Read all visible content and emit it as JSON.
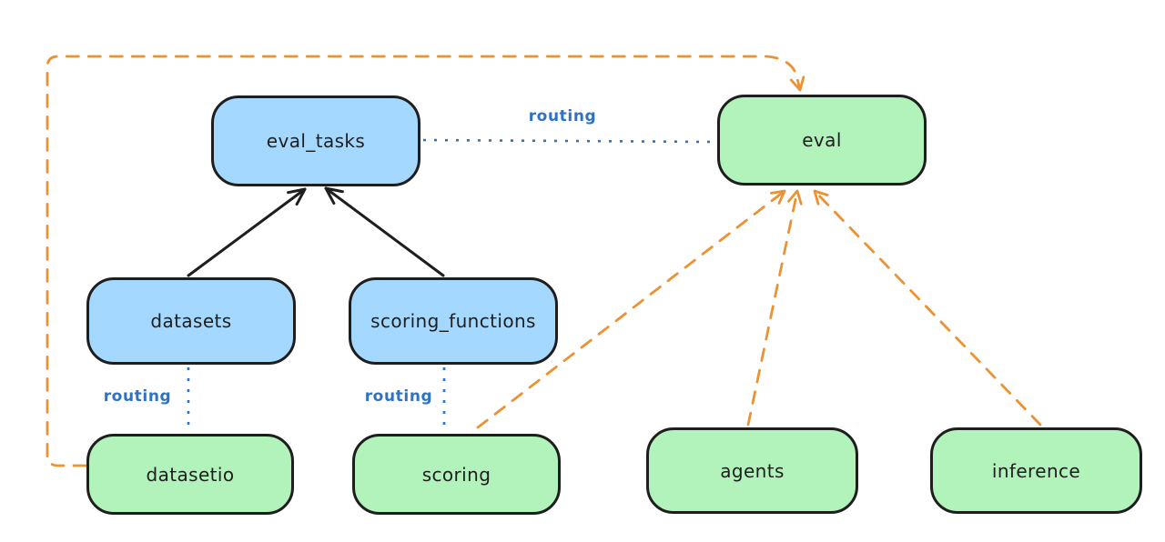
{
  "colors": {
    "background": "#ffffff",
    "node_stroke": "#1e1e1e",
    "node_fill_blue": "#a5d8ff",
    "node_fill_green": "#b2f2bb",
    "arrow_black": "#1e1e1e",
    "arrow_orange": "#eb9234",
    "routing_blue": "#2f72c4"
  },
  "diagram": {
    "nodes": [
      {
        "id": "eval_tasks",
        "label": "eval_tasks",
        "fill": "blue"
      },
      {
        "id": "eval",
        "label": "eval",
        "fill": "green"
      },
      {
        "id": "datasets",
        "label": "datasets",
        "fill": "blue"
      },
      {
        "id": "scoring_functions",
        "label": "scoring_functions",
        "fill": "blue"
      },
      {
        "id": "datasetio",
        "label": "datasetio",
        "fill": "green"
      },
      {
        "id": "scoring",
        "label": "scoring",
        "fill": "green"
      },
      {
        "id": "agents",
        "label": "agents",
        "fill": "green"
      },
      {
        "id": "inference",
        "label": "inference",
        "fill": "green"
      }
    ],
    "routing_labels": [
      {
        "text": "routing"
      },
      {
        "text": "routing"
      },
      {
        "text": "routing"
      }
    ],
    "edges": [
      {
        "from": "datasets",
        "to": "eval_tasks",
        "style": "solid",
        "color": "black",
        "arrow": true,
        "label": ""
      },
      {
        "from": "scoring_functions",
        "to": "eval_tasks",
        "style": "solid",
        "color": "black",
        "arrow": true,
        "label": ""
      },
      {
        "from": "eval_tasks",
        "to": "eval",
        "style": "dotted",
        "color": "blue",
        "arrow": false,
        "label": "routing"
      },
      {
        "from": "datasets",
        "to": "datasetio",
        "style": "dotted",
        "color": "blue",
        "arrow": false,
        "label": "routing"
      },
      {
        "from": "scoring_functions",
        "to": "scoring",
        "style": "dotted",
        "color": "blue",
        "arrow": false,
        "label": "routing"
      },
      {
        "from": "scoring",
        "to": "eval",
        "style": "dashed",
        "color": "orange",
        "arrow": true,
        "label": ""
      },
      {
        "from": "agents",
        "to": "eval",
        "style": "dashed",
        "color": "orange",
        "arrow": true,
        "label": ""
      },
      {
        "from": "inference",
        "to": "eval",
        "style": "dashed",
        "color": "orange",
        "arrow": true,
        "label": ""
      },
      {
        "from": "datasetio",
        "to": "eval",
        "style": "dashed",
        "color": "orange",
        "arrow": true,
        "label": "",
        "route": "around-top-left"
      }
    ]
  }
}
